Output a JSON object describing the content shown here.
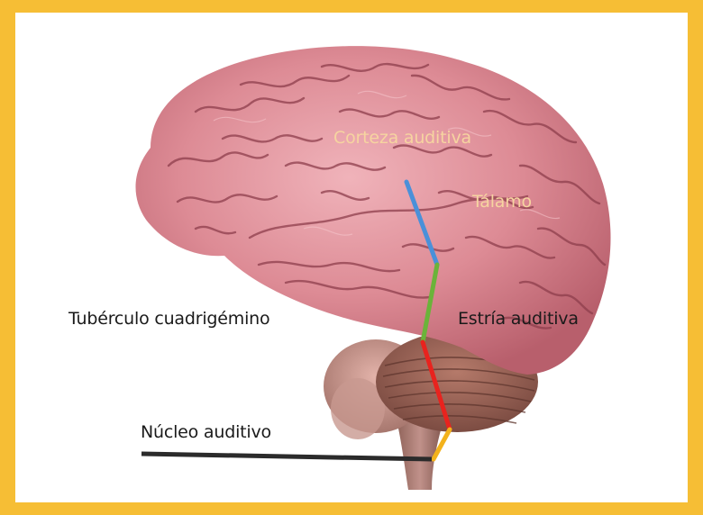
{
  "labels": {
    "auditory_cortex": "Corteza auditiva",
    "thalamus": "Tálamo",
    "quadrigeminal_tubercle": "Tubérculo cuadrigémino",
    "auditory_stria": "Estría auditiva",
    "auditory_nucleus": "Núcleo auditivo"
  },
  "colors": {
    "frame": "#f6be35",
    "segment_cortex_thalamus": "#4a90d9",
    "segment_thalamus_tubercle": "#6bb33a",
    "segment_tubercle_stria": "#e8231e",
    "segment_stria_nucleus": "#f3b21c",
    "nucleus_line": "#2b2b2b"
  }
}
